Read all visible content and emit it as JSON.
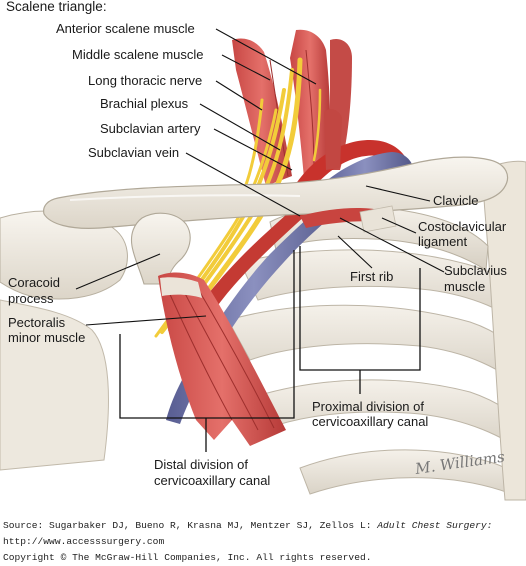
{
  "heading": "Scalene triangle:",
  "labels": {
    "anterior_scalene": "Anterior scalene muscle",
    "middle_scalene": "Middle scalene muscle",
    "long_thoracic": "Long thoracic nerve",
    "brachial_plexus": "Brachial plexus",
    "subclavian_artery": "Subclavian artery",
    "subclavian_vein": "Subclavian vein",
    "clavicle": "Clavicle",
    "costoclavicular_1": "Costoclavicular",
    "costoclavicular_2": "ligament",
    "first_rib": "First rib",
    "subclavius_1": "Subclavius",
    "subclavius_2": "muscle",
    "coracoid_1": "Coracoid",
    "coracoid_2": "process",
    "pectoralis_1": "Pectoralis",
    "pectoralis_2": "minor muscle",
    "proximal_1": "Proximal division of",
    "proximal_2": "cervicoaxillary canal",
    "distal_1": "Distal division of",
    "distal_2": "cervicoaxillary canal"
  },
  "signature": "M. Williams",
  "credits": {
    "source_prefix": "Source: Sugarbaker DJ, Bueno R, Krasna MJ, Mentzer SJ, Zellos L: ",
    "source_title": "Adult Chest Surgery:",
    "url": "http://www.accesssurgery.com",
    "copyright": "Copyright © The McGraw-Hill Companies, Inc. All rights reserved."
  },
  "colors": {
    "bone": "#f1ece2",
    "bone_shadow": "#c9c2b4",
    "muscle": "#d9524e",
    "muscle_dark": "#b83a3a",
    "nerve": "#f2cc3a",
    "vein": "#6f74a8",
    "artery": "#c8322c",
    "tendon": "#e8e1d8"
  }
}
